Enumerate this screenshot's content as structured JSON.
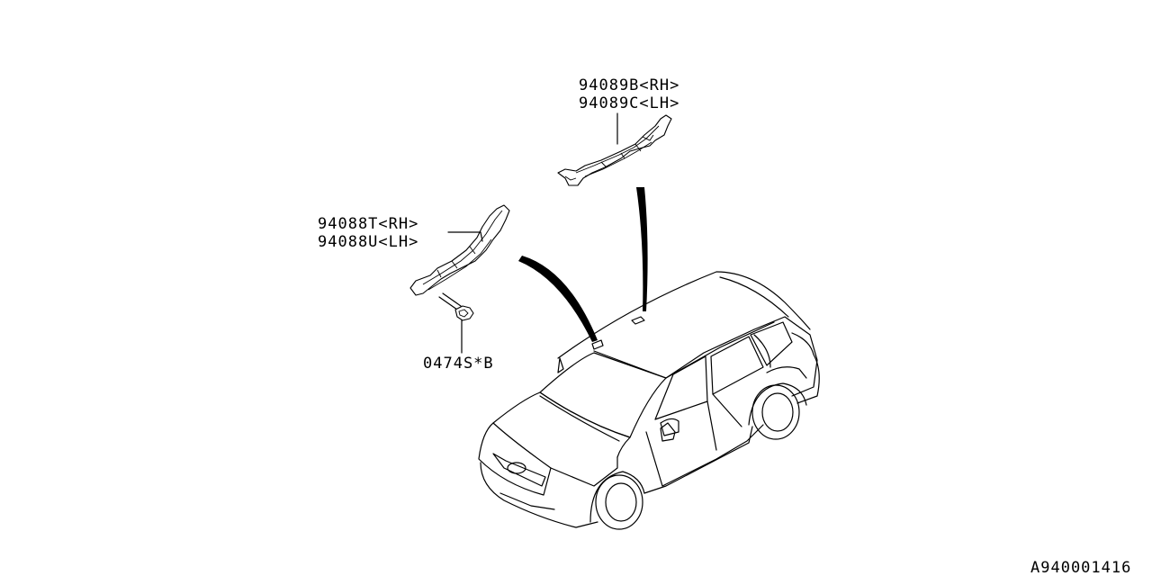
{
  "labels": {
    "upper_bracket_rh": "94089B<RH>",
    "upper_bracket_lh": "94089C<LH>",
    "lower_bracket_rh": "94088T<RH>",
    "lower_bracket_lh": "94088U<LH>",
    "screw": "0474S*B",
    "drawing_id": "A940001416"
  }
}
